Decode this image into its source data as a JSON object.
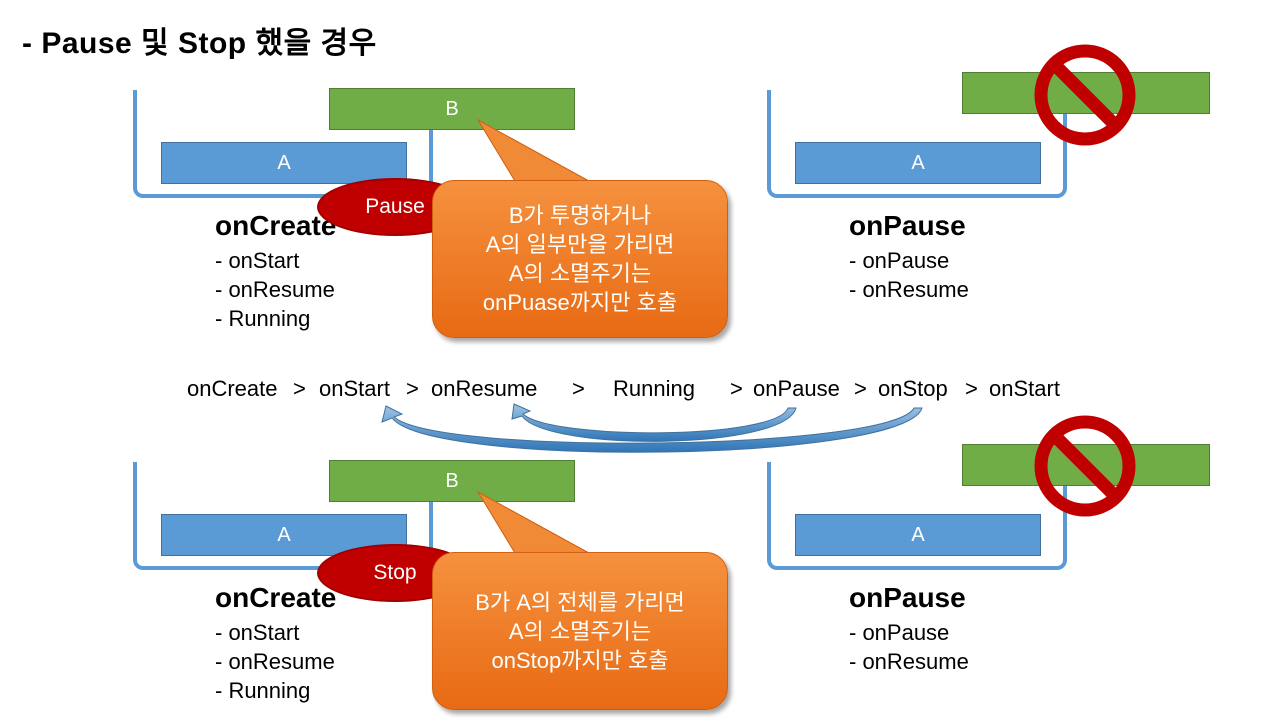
{
  "title": "- Pause 및 Stop 했을 경우",
  "box_a_label": "A",
  "box_b_label": "B",
  "top": {
    "oval_label": "Pause",
    "left_state": "onCreate",
    "left_steps": [
      "- onStart",
      "- onResume",
      "- Running"
    ],
    "callout_lines": [
      "B가 투명하거나",
      "A의 일부만을 가리면",
      "A의 소멸주기는",
      "onPuase까지만 호출"
    ],
    "right_state": "onPause",
    "right_steps": [
      "- onPause",
      "- onResume"
    ]
  },
  "flow": {
    "items": [
      "onCreate",
      ">",
      "onStart",
      ">",
      "onResume",
      ">",
      "Running",
      ">",
      "onPause",
      ">",
      "onStop",
      ">",
      "onStart"
    ]
  },
  "bottom": {
    "oval_label": "Stop",
    "left_state": "onCreate",
    "left_steps": [
      "- onStart",
      "- onResume",
      "- Running"
    ],
    "callout_lines": [
      "B가 A의 전체를 가리면",
      "A의 소멸주기는",
      "onStop까지만 호출"
    ],
    "right_state": "onPause",
    "right_steps": [
      "- onPause",
      "- onResume"
    ]
  },
  "colors": {
    "box_a": "#5b9bd5",
    "box_b": "#70ad47",
    "oval": "#c00000",
    "callout": "#ed7d31",
    "arrow": "#41719c"
  },
  "icons": [
    "no-entry-sign"
  ]
}
